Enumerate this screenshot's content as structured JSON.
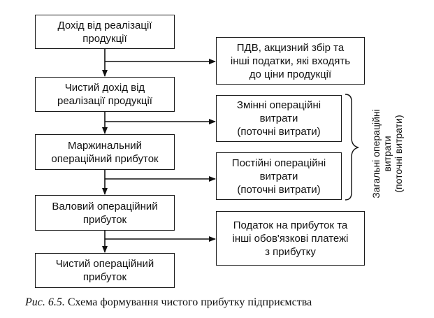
{
  "left_boxes": [
    {
      "line1": "Дохід від реалізації",
      "line2": "продукції"
    },
    {
      "line1": "Чистий дохід від",
      "line2": "реалізації продукції"
    },
    {
      "line1": "Маржинальний",
      "line2": "операційний прибуток"
    },
    {
      "line1": "Валовий операційний",
      "line2": "прибуток"
    },
    {
      "line1": "Чистий операційний",
      "line2": "прибуток"
    }
  ],
  "right_boxes": [
    {
      "line1": "ПДВ, акцизний збір та",
      "line2": "інші податки, які входять",
      "line3": "до ціни продукції"
    },
    {
      "line1": "Змінні операційні",
      "line2": "витрати",
      "line3": "(поточні витрати)"
    },
    {
      "line1": "Постійні операційні",
      "line2": "витрати",
      "line3": "(поточні витрати)"
    },
    {
      "line1": "Податок на прибуток та",
      "line2": "інші обов'язкові платежі",
      "line3": "з прибутку"
    }
  ],
  "brace_label": {
    "line1": "Загальні операційні",
    "line2": "витрати",
    "line3": "(поточні витрати)"
  },
  "caption": {
    "fig": "Рис. 6.5.",
    "text": "Схема формування чистого прибутку підприємства"
  }
}
